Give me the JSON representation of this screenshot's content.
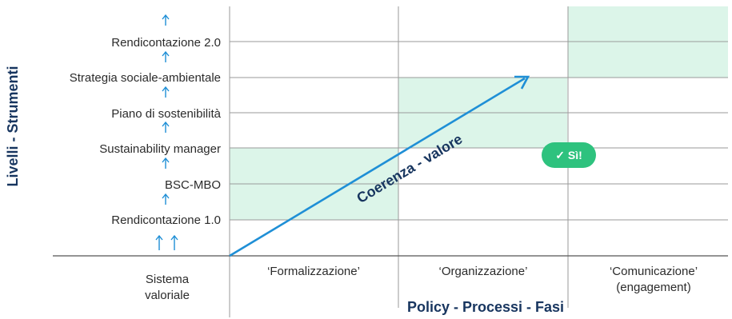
{
  "y_axis": {
    "title": "Livelli - Strumenti",
    "levels": [
      "Rendicontazione 1.0",
      "BSC-MBO",
      "Sustainability manager",
      "Piano di sostenibilità",
      "Strategia sociale-ambientale",
      "Rendicontazione 2.0"
    ],
    "base_line1": "Sistema",
    "base_line2": "valoriale"
  },
  "x_axis": {
    "title": "Policy - Processi - Fasi",
    "phases": [
      {
        "line1": "‘Formalizzazione’",
        "line2": ""
      },
      {
        "line1": "‘Organizzazione’",
        "line2": ""
      },
      {
        "line1": "‘Comunicazione’",
        "line2": "(engagement)"
      }
    ]
  },
  "arrow_label": "Coerenza - valore",
  "badge": {
    "icon": "check-icon",
    "text": "Sì!"
  },
  "colors": {
    "accent_blue": "#1f8fd6",
    "navy": "#17355f",
    "highlight": "#dcf5e9",
    "badge": "#2ec27e",
    "grid": "#9a9a9a"
  }
}
